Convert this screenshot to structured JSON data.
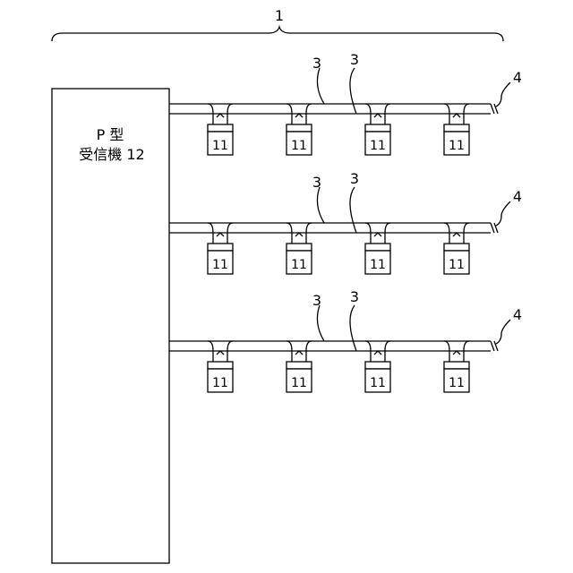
{
  "diagram": {
    "system_label": "1",
    "receiver_label_line1": "P 型",
    "receiver_label_line2": "受信機 12",
    "rows": [
      {
        "cable_label_a": "3",
        "cable_label_b": "3",
        "end_label": "4",
        "detectors": [
          "11",
          "11",
          "11",
          "11"
        ]
      },
      {
        "cable_label_a": "3",
        "cable_label_b": "3",
        "end_label": "4",
        "detectors": [
          "11",
          "11",
          "11",
          "11"
        ]
      },
      {
        "cable_label_a": "3",
        "cable_label_b": "3",
        "end_label": "4",
        "detectors": [
          "11",
          "11",
          "11",
          "11"
        ]
      }
    ]
  }
}
